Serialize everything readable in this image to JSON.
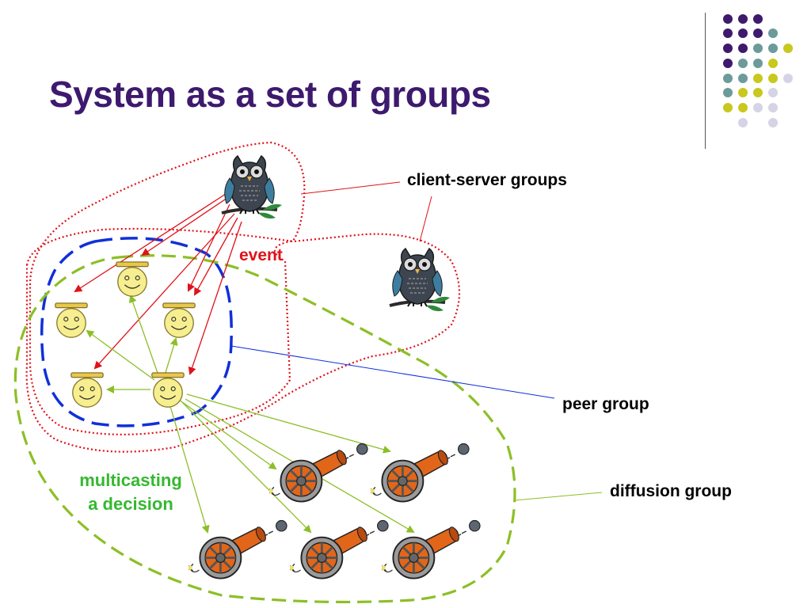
{
  "slide": {
    "title": "System as a set of groups"
  },
  "labels": {
    "client_server": "client-server groups",
    "peer": "peer group",
    "diffusion": "diffusion group",
    "event": "event",
    "multicast_line1": "multicasting",
    "multicast_line2": "a decision"
  },
  "colors": {
    "title": "#3d1a6e",
    "client_server_boundary": "#e0121a",
    "peer_boundary": "#1030d8",
    "diffusion_boundary": "#8cbf26",
    "event_arrows": "#e0121a",
    "multicast_arrows": "#8cbf26",
    "peer_leader_line": "#1030d8",
    "face": "#f7ef8f",
    "cannon_body": "#e2661a",
    "decor_purple": "#3d1a6e",
    "decor_teal": "#6d9a9a",
    "decor_yellow": "#c8c81e",
    "decor_lavender": "#d4d4e6"
  },
  "icons": {
    "server": "owl-icon",
    "peer": "smiley-face-icon",
    "receiver": "cannon-icon"
  }
}
